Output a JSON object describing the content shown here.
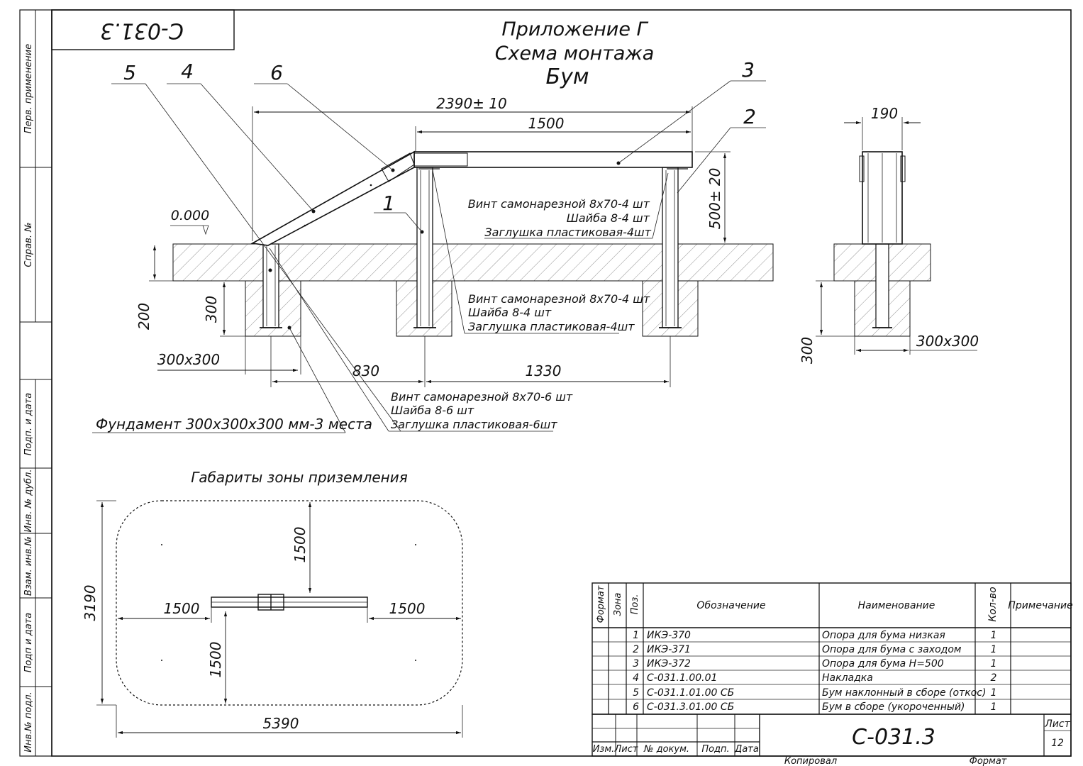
{
  "header": {
    "stamp_code": "С-031.3",
    "title_line1": "Приложение Г",
    "title_line2": "Схема монтажа",
    "title_line3": "Бум"
  },
  "side_column": {
    "perv_primenenie": "Перв. применение",
    "sprav_no": "Справ. №",
    "podp_i_data_1": "Подп. и дата",
    "inv_no_dubl": "Инв. № дубл.",
    "vzam_inv_no": "Взам. инв.№",
    "podp_i_data_2": "Подп и дата",
    "inv_no_podl": "Инв.№ подл."
  },
  "main_view": {
    "callouts": [
      "5",
      "4",
      "6",
      "3",
      "2",
      "1"
    ],
    "dim_total": "2390± 10",
    "dim_top": "1500",
    "dim_height": "500± 20",
    "level": "0.000",
    "dim_200": "200",
    "dim_300": "300",
    "dim_300x300": "300х300",
    "dim_830": "830",
    "dim_1330": "1330",
    "note_a": [
      "Винт самонарезной 8х70-4 шт",
      "Шайба 8-4 шт",
      "Заглушка пластиковая-4шт"
    ],
    "note_b": [
      "Винт самонарезной 8х70-4 шт",
      "Шайба 8-4 шт",
      "Заглушка пластиковая-4шт"
    ],
    "note_c": [
      "Винт самонарезной 8х70-6 шт",
      "Шайба 8-6 шт",
      "Заглушка пластиковая-6шт"
    ],
    "foundation": "Фундамент 300х300х300 мм-3 места"
  },
  "side_view": {
    "dim_190": "190",
    "dim_300": "300",
    "dim_300x300": "300х300"
  },
  "zone": {
    "title": "Габариты зоны приземления",
    "dim_3190": "3190",
    "dim_5390": "5390",
    "dim_top": "1500",
    "dim_bottom": "1500",
    "dim_left": "1500",
    "dim_right": "1500"
  },
  "spec_table": {
    "headers": [
      "Формат",
      "Зона",
      "Поз.",
      "Обозначение",
      "Наименование",
      "Кол-во",
      "Примечание"
    ],
    "rows": [
      {
        "pos": "1",
        "designation": "ИКЭ-370",
        "name": "Опора для бума низкая",
        "qty": "1"
      },
      {
        "pos": "2",
        "designation": "ИКЭ-371",
        "name": "Опора для бума с заходом",
        "qty": "1"
      },
      {
        "pos": "3",
        "designation": "ИКЭ-372",
        "name": "Опора для бума Н=500",
        "qty": "1"
      },
      {
        "pos": "4",
        "designation": "С-031.1.00.01",
        "name": "Накладка",
        "qty": "2"
      },
      {
        "pos": "5",
        "designation": "С-031.1.01.00 СБ",
        "name": "Бум наклонный в сборе (откос)",
        "qty": "1"
      },
      {
        "pos": "6",
        "designation": "С-031.3.01.00 СБ",
        "name": "Бум в сборе (укороченный)",
        "qty": "1"
      }
    ]
  },
  "title_block": {
    "code": "С-031.3",
    "col_izm": "Изм.",
    "col_list": "Лист",
    "col_doc": "№ докум.",
    "col_podp": "Подп.",
    "col_data": "Дата",
    "sheet_label": "Лист",
    "sheet_no": "12",
    "kopiroval": "Копировал",
    "format": "Формат"
  }
}
